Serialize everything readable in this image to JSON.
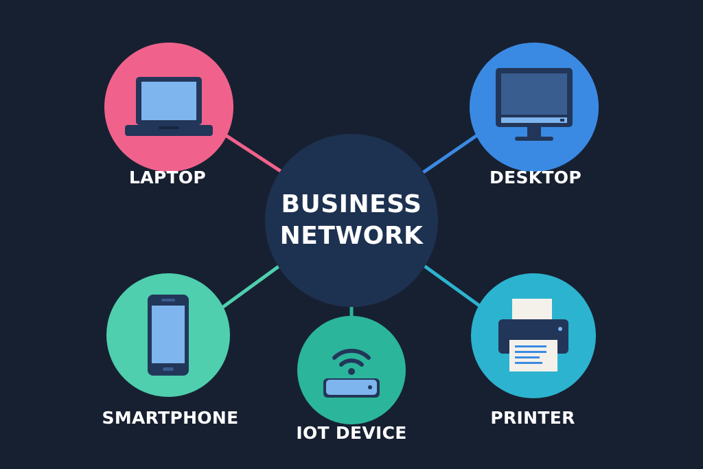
{
  "hub": {
    "line1": "BUSINESS",
    "line2": "NETWORK",
    "color": "#1d3150"
  },
  "devices": {
    "laptop": {
      "label": "LAPTOP",
      "color": "#f0628c",
      "icon": "laptop-icon"
    },
    "desktop": {
      "label": "DESKTOP",
      "color": "#3a8ae3",
      "icon": "desktop-monitor-icon"
    },
    "smartphone": {
      "label": "SMARTPHONE",
      "color": "#4fcfae",
      "icon": "smartphone-icon"
    },
    "iot": {
      "label": "IOT DEVICE",
      "color": "#2bb59a",
      "icon": "wifi-router-icon"
    },
    "printer": {
      "label": "PRINTER",
      "color": "#2cb3cf",
      "icon": "printer-icon"
    }
  },
  "background_color": "#172031"
}
